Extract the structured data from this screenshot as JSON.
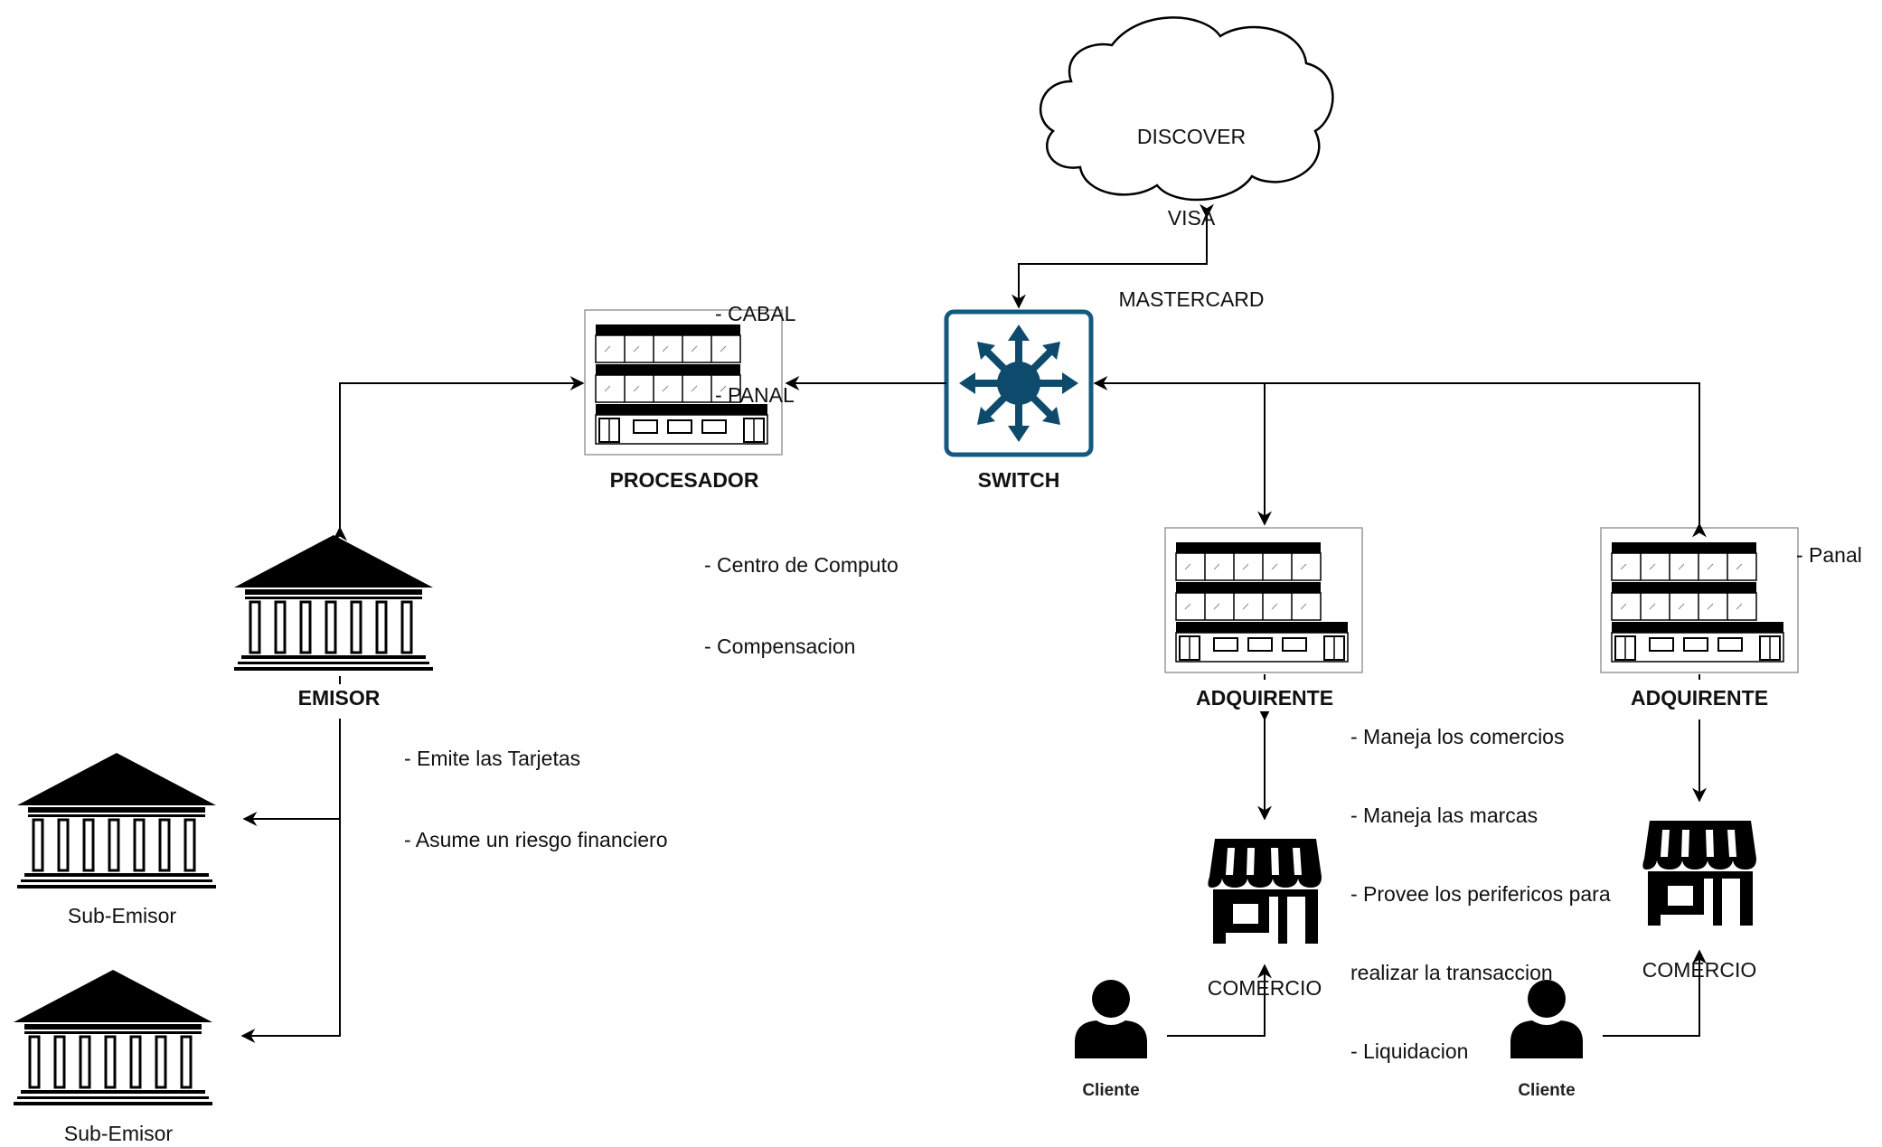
{
  "cloud": {
    "lines": [
      "DISCOVER",
      "VISA",
      "MASTERCARD"
    ]
  },
  "procesador": {
    "label": "PROCESADOR",
    "note_top": [
      "- CABAL",
      "- PANAL"
    ],
    "note_bottom": [
      "- Centro de Computo",
      "- Compensacion"
    ]
  },
  "switch": {
    "label": "SWITCH"
  },
  "emisor": {
    "label": "EMISOR",
    "notes": [
      "- Emite las Tarjetas",
      "- Asume un riesgo financiero"
    ]
  },
  "sub_emisores": [
    "Sub-Emisor",
    "Sub-Emisor"
  ],
  "adquirentes": [
    {
      "label": "ADQUIRENTE",
      "notes": [
        "- Maneja los comercios",
        "- Maneja las marcas",
        "- Provee los perifericos para",
        "realizar la transaccion",
        "- Liquidacion"
      ]
    },
    {
      "label": "ADQUIRENTE",
      "notes": [
        "- Panal"
      ]
    }
  ],
  "comercios": [
    "COMERCIO",
    "COMERCIO"
  ],
  "clientes": [
    "Cliente",
    "Cliente"
  ],
  "colors": {
    "switch_fill": "#0e4a6b",
    "switch_border": "#125a80",
    "line": "#000000"
  }
}
